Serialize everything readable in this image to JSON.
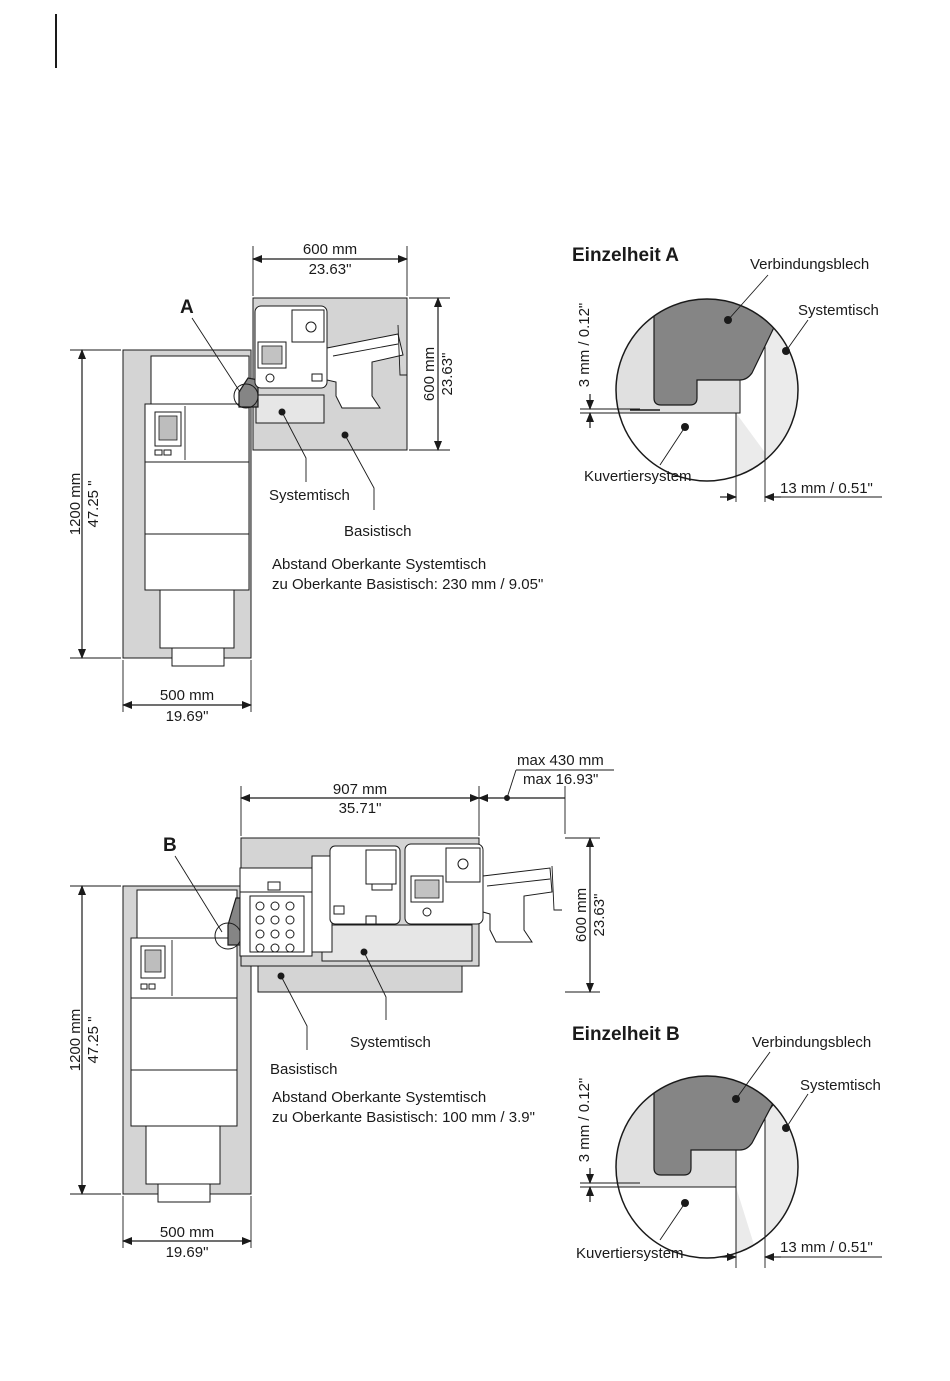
{
  "diagram_a": {
    "label": "A",
    "dim_top_mm": "600 mm",
    "dim_top_in": "23.63\"",
    "dim_right_mm": "600 mm",
    "dim_right_in": "23.63\"",
    "dim_left_mm": "1200 mm",
    "dim_left_in": "47.25 \"",
    "dim_bottom_mm": "500 mm",
    "dim_bottom_in": "19.69\"",
    "label_systemtisch": "Systemtisch",
    "label_basistisch": "Basistisch",
    "note_line1": "Abstand Oberkante Systemtisch",
    "note_line2": "zu Oberkante Basistisch: 230 mm / 9.05\""
  },
  "detail_a": {
    "title": "Einzelheit A",
    "label_verbindungsblech": "Verbindungsblech",
    "label_systemtisch": "Systemtisch",
    "label_kuvertiersystem": "Kuvertiersystem",
    "dim_gap": "3 mm / 0.12\"",
    "dim_width": "13 mm / 0.51\""
  },
  "diagram_b": {
    "label": "B",
    "dim_top_mm": "907 mm",
    "dim_top_in": "35.71\"",
    "dim_max_mm": "max 430 mm",
    "dim_max_in": "max 16.93\"",
    "dim_right_mm": "600 mm",
    "dim_right_in": "23.63\"",
    "dim_left_mm": "1200 mm",
    "dim_left_in": "47.25 \"",
    "dim_bottom_mm": "500 mm",
    "dim_bottom_in": "19.69\"",
    "label_systemtisch": "Systemtisch",
    "label_basistisch": "Basistisch",
    "note_line1": "Abstand Oberkante Systemtisch",
    "note_line2": "zu Oberkante Basistisch: 100 mm / 3.9\""
  },
  "detail_b": {
    "title": "Einzelheit B",
    "label_verbindungsblech": "Verbindungsblech",
    "label_systemtisch": "Systemtisch",
    "label_kuvertiersystem": "Kuvertiersystem",
    "dim_gap": "3 mm / 0.12\"",
    "dim_width": "13 mm / 0.51\""
  }
}
